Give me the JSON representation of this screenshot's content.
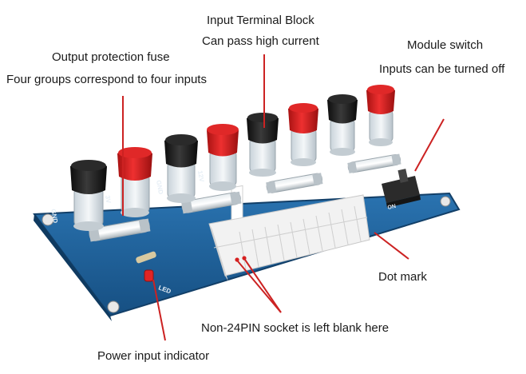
{
  "labels": {
    "output_fuse_title": "Output protection fuse",
    "output_fuse_desc": "Four groups correspond to four inputs",
    "input_terminal_title": "Input Terminal Block",
    "input_terminal_desc": "Can pass high current",
    "module_switch_title": "Module switch",
    "module_switch_desc": "Inputs can be turned off",
    "dot_mark": "Dot mark",
    "socket_note": "Non-24PIN socket is left blank here",
    "power_indicator": "Power input indicator"
  },
  "board_silkscreen": {
    "led": "LED",
    "gnd": "GND",
    "v3": "3V",
    "v12": "12V",
    "on": "ON"
  },
  "colors": {
    "board": "#1e5f97",
    "red_post": "#d81e1e",
    "black_post": "#1b1b1b",
    "pointer": "#cc2222",
    "text": "#1a1a1a"
  }
}
